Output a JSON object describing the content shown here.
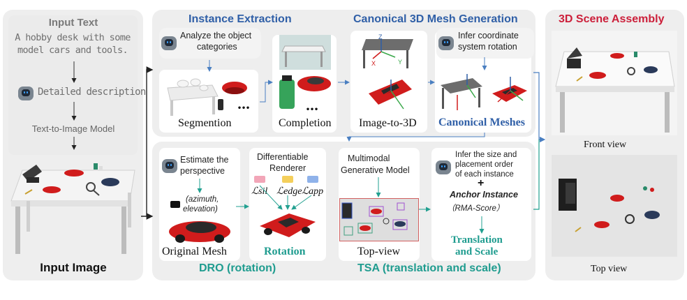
{
  "input_panel": {
    "title": "Input Text",
    "prompt_text": "A hobby desk with some model cars and tools.",
    "prompt_lines": [
      "A hobby desk with some",
      "model cars and tools."
    ],
    "step_detailed": "Detailed description",
    "step_t2i": "Text-to-Image Model",
    "image_label": "Input Image"
  },
  "instance_extraction": {
    "title": "Instance Extraction",
    "analyze_line1": "Analyze the object",
    "analyze_line2": "categories",
    "segmentation_label": "Segmention",
    "completion_label": "Completion",
    "ellipsis": "•••"
  },
  "canonical_mesh": {
    "title": "Canonical 3D Mesh Generation",
    "infer_line1": "Infer coordinate",
    "infer_line2": "system rotation",
    "image_to_3d_label": "Image-to-3D",
    "canonical_meshes_label": "Canonical Meshes",
    "axes": {
      "x": "X",
      "y": "Y",
      "z": "Z"
    }
  },
  "dro": {
    "title": "DRO (rotation)",
    "estimate_line1": "Estimate the",
    "estimate_line2": "perspective",
    "azimuth_line1": "(azimuth,",
    "azimuth_line2": "elevation)",
    "original_mesh_label": "Original Mesh",
    "renderer_line1": "Differentiable",
    "renderer_line2": "Renderer",
    "loss_sil": "ℒsil",
    "loss_edge": "ℒedge",
    "loss_app": "ℒapp",
    "rotation_label": "Rotation"
  },
  "tsa": {
    "title": "TSA (translation and scale)",
    "multimodal_line1": "Multimodal",
    "multimodal_line2": "Generative Model",
    "topview_label": "Top-view",
    "infer_line1": "Infer the size and",
    "infer_line2": "placement order",
    "infer_line3": "of each instance",
    "plus": "+",
    "anchor_label": "Anchor Instance",
    "rma_label": "（RMA-Score）",
    "result_line1": "Translation",
    "result_line2": "and Scale"
  },
  "scene_assembly": {
    "title": "3D Scene Assembly",
    "front_label": "Front view",
    "top_label": "Top view"
  },
  "colors": {
    "blue_title": "#2f5fa7",
    "teal_title": "#1f9c8f",
    "red_title": "#cc1f3a",
    "panel_grey": "#eeeeee",
    "arrow_blue": "#4a7fc1",
    "arrow_teal": "#22a090",
    "car_red": "#d01c1c"
  }
}
